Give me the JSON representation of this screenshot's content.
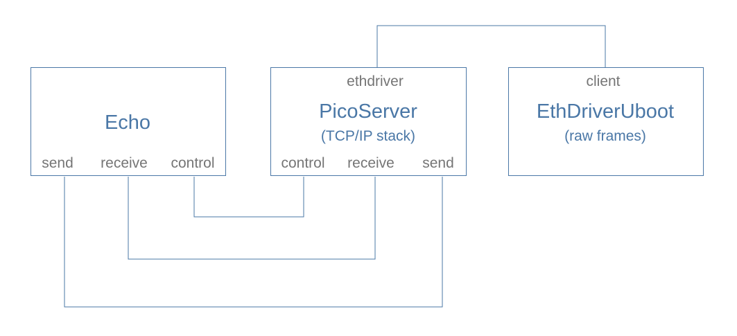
{
  "colors": {
    "stroke": "#4a77a6",
    "title_text": "#4a77a6",
    "port_text": "#757575",
    "background": "#ffffff"
  },
  "components": {
    "echo": {
      "name": "Echo",
      "ports": {
        "send": "send",
        "receive": "receive",
        "control": "control"
      }
    },
    "picoserver": {
      "name": "PicoServer",
      "subtitle": "(TCP/IP stack)",
      "ports": {
        "ethdriver": "ethdriver",
        "control": "control",
        "receive": "receive",
        "send": "send"
      }
    },
    "ethdriveruboot": {
      "name": "EthDriverUboot",
      "subtitle": "(raw frames)",
      "ports": {
        "client": "client"
      }
    }
  },
  "connections": [
    {
      "from": "Echo.control",
      "to": "PicoServer.control"
    },
    {
      "from": "Echo.receive",
      "to": "PicoServer.receive"
    },
    {
      "from": "Echo.send",
      "to": "PicoServer.send"
    },
    {
      "from": "PicoServer.ethdriver",
      "to": "EthDriverUboot.client"
    }
  ]
}
